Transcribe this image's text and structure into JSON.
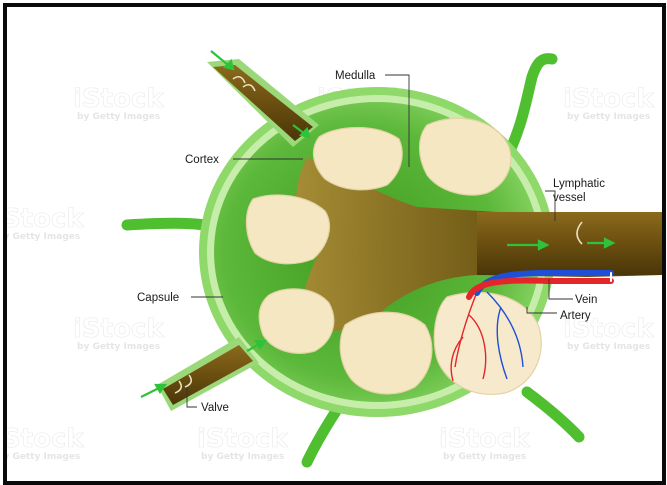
{
  "labels": {
    "medulla": "Medulla",
    "cortex": "Cortex",
    "lymphatic_vessel_line1": "Lymphatic",
    "lymphatic_vessel_line2": "vessel",
    "capsule": "Capsule",
    "vein": "Vein",
    "artery": "Artery",
    "valve": "Valve"
  },
  "watermark": {
    "brand": "iStock",
    "byline": "by Getty Images"
  },
  "colors": {
    "capsule_outer": "#7fcf5a",
    "capsule_light": "#b5e69a",
    "node_inner": "#5bb33a",
    "vessel_brown": "#6b4f10",
    "vessel_dark": "#4a3608",
    "follicle": "#f4e7c2",
    "artery": "#e2262a",
    "vein": "#1f4fd6",
    "arrow_green": "#2fc23a",
    "frame": "#0a0a0a"
  }
}
